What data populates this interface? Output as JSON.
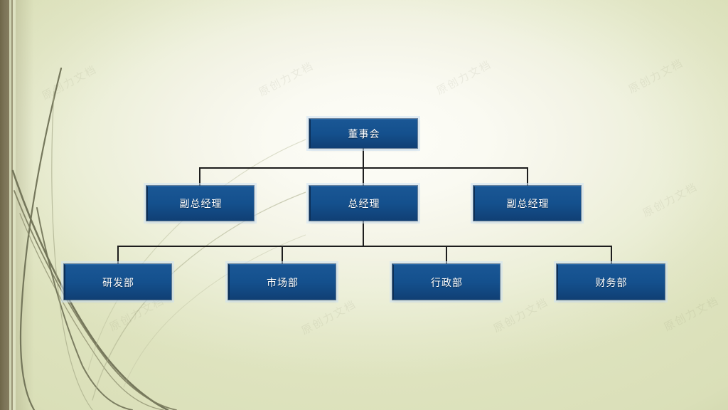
{
  "slide": {
    "theme_accent": "#14508d",
    "background_edge_color": "#7b7357",
    "background_tint": "#e3e7c8",
    "connector_color": "#1d1d1d"
  },
  "org_chart": {
    "levels": [
      {
        "level": 1,
        "nodes": [
          {
            "id": "board",
            "label": "董事会"
          }
        ]
      },
      {
        "level": 2,
        "nodes": [
          {
            "id": "deputy-gm-left",
            "label": "副总经理"
          },
          {
            "id": "general-manager",
            "label": "总经理"
          },
          {
            "id": "deputy-gm-right",
            "label": "副总经理"
          }
        ]
      },
      {
        "level": 3,
        "nodes": [
          {
            "id": "rnd",
            "label": "研发部"
          },
          {
            "id": "marketing",
            "label": "市场部"
          },
          {
            "id": "admin",
            "label": "行政部"
          },
          {
            "id": "finance",
            "label": "财务部"
          }
        ]
      }
    ]
  },
  "watermarks": [
    {
      "text": "原创力文档"
    },
    {
      "text": "原创力文档"
    },
    {
      "text": "原创力文档"
    },
    {
      "text": "原创力文档"
    },
    {
      "text": "原创力文档"
    },
    {
      "text": "原创力文档"
    },
    {
      "text": "原创力文档"
    },
    {
      "text": "原创力文档"
    },
    {
      "text": "原创力文档"
    }
  ]
}
